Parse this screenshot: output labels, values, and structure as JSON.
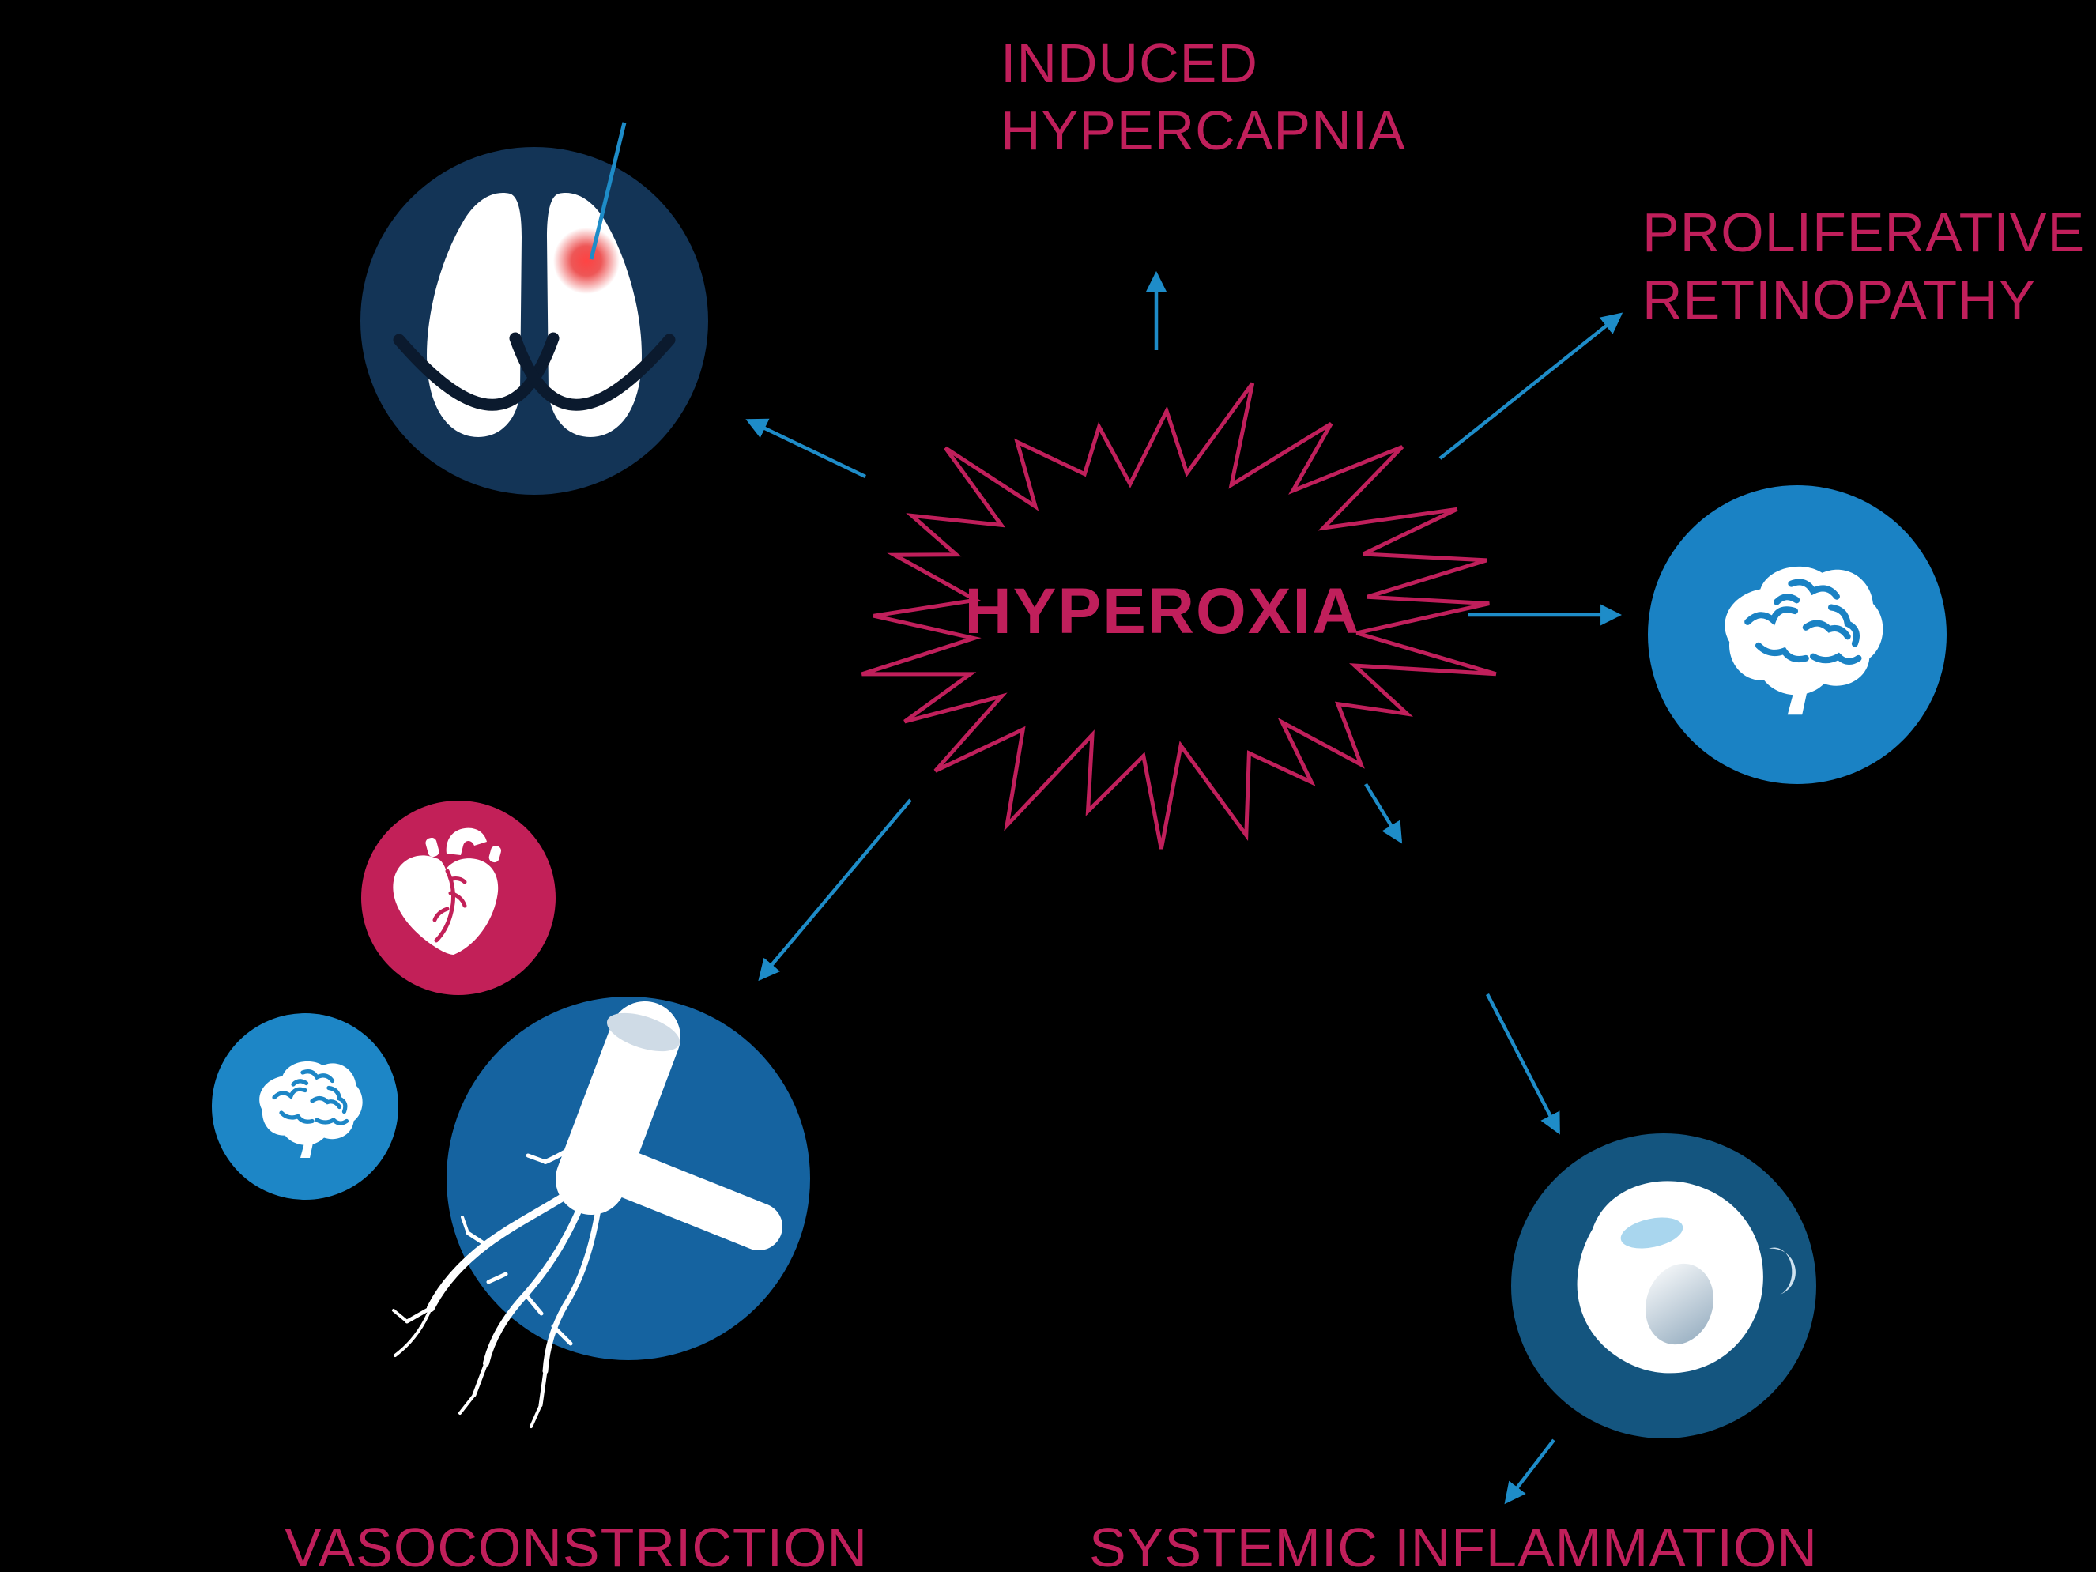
{
  "diagram": {
    "center_label": "HYPEROXIA",
    "labels": {
      "induced_hypercapnia": "INDUCED\nHYPERCAPNIA",
      "proliferative_retinopathy": "PROLIFERATIVE\nRETINOPATHY",
      "vasoconstriction": "VASOCONSTRICTION",
      "systemic_inflammation": "SYSTEMIC INFLAMMATION"
    },
    "nodes": [
      {
        "icon": "lungs-icon"
      },
      {
        "icon": "brain-icon"
      },
      {
        "icon": "heart-icon"
      },
      {
        "icon": "brain-icon-small"
      },
      {
        "icon": "blood-vessel-icon"
      },
      {
        "icon": "inflammation-cell-icon"
      }
    ],
    "colors": {
      "background": "#000000",
      "accent": "#c01f5b",
      "arrow": "#1e8cc8",
      "navy": "#133456",
      "blue_bright": "#1a82c4",
      "blue_small": "#1d86c6",
      "blue_medium": "#1563a0",
      "blue_dark": "#14557f",
      "crimson_circle": "#c22058",
      "red_spot": "#ff2d2d",
      "icon_white": "#ffffff"
    }
  }
}
